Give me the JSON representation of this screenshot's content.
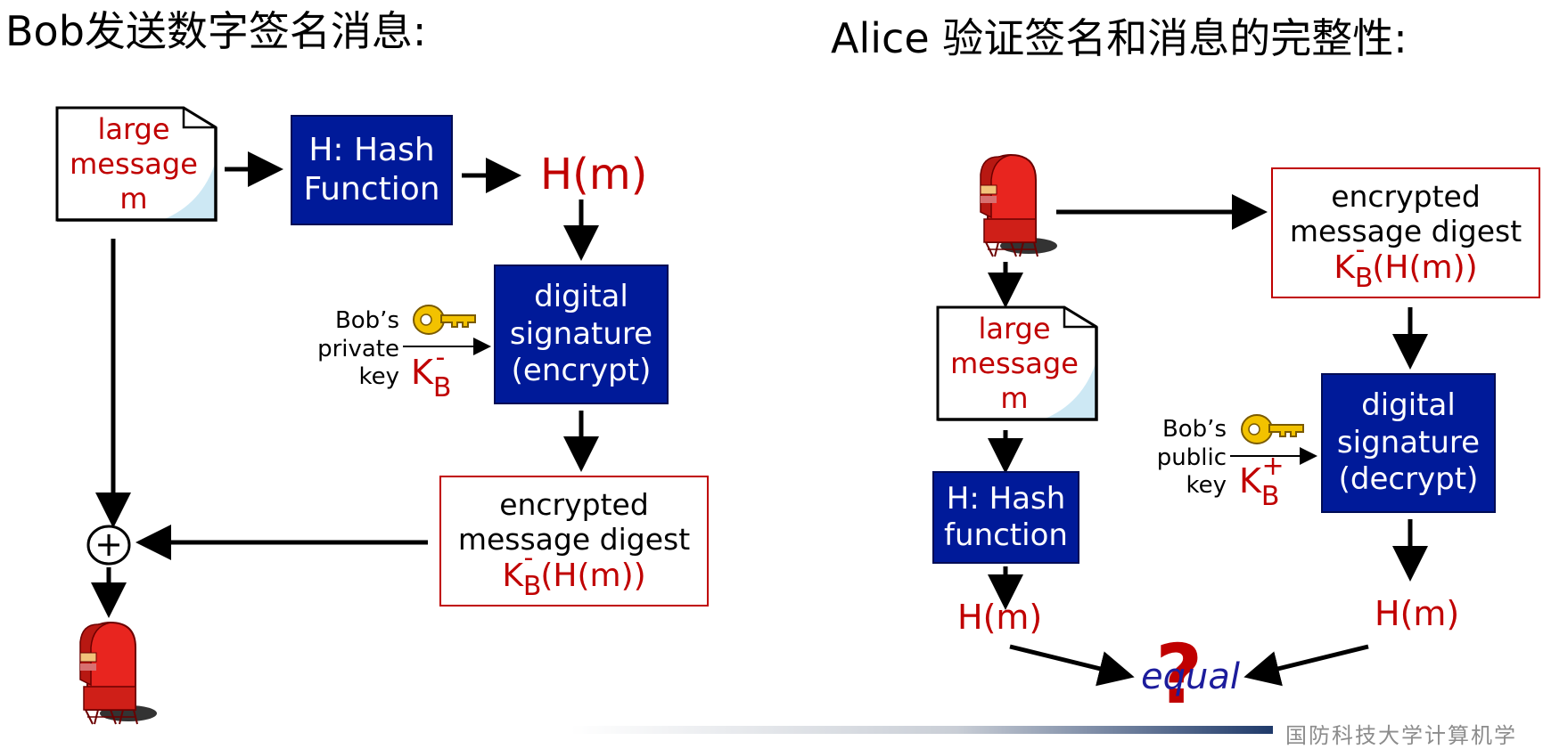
{
  "titles": {
    "left": "Bob发送数字签名消息:",
    "right": "Alice 验证签名和消息的完整性:"
  },
  "left": {
    "message_doc": [
      "large",
      "message",
      "m"
    ],
    "hash_box": [
      "H: Hash",
      "Function"
    ],
    "hm": "H(m)",
    "sign_box": [
      "digital",
      "signature",
      "(encrypt)"
    ],
    "key_label": [
      "Bob’s",
      "private",
      "key"
    ],
    "key_symbol": {
      "base": "K",
      "sub": "B",
      "sup": "-"
    },
    "digest_box": {
      "lines": [
        "encrypted",
        "message digest"
      ],
      "formula": {
        "base": "K",
        "sub": "B",
        "sup": "-",
        "arg": "(H(m))"
      }
    },
    "plus_symbol": "+",
    "mailbox_icon": "mailbox-icon"
  },
  "right": {
    "mailbox_icon": "mailbox-icon",
    "digest_box": {
      "lines": [
        "encrypted",
        "message digest"
      ],
      "formula": {
        "base": "K",
        "sub": "B",
        "sup": "-",
        "arg": "(H(m))"
      }
    },
    "message_doc": [
      "large",
      "message",
      "m"
    ],
    "hash_box": [
      "H: Hash",
      "function"
    ],
    "hm_left": "H(m)",
    "verify_box": [
      "digital",
      "signature",
      "(decrypt)"
    ],
    "key_label": [
      "Bob’s",
      "public",
      "key"
    ],
    "key_symbol": {
      "base": "K",
      "sub": "B",
      "sup": "+"
    },
    "hm_right": "H(m)",
    "equal": "equal",
    "question": "?"
  },
  "footer": "国防科技大学计算机学",
  "colors": {
    "blue_box": "#001a99",
    "red_text": "#c00000",
    "key_gold": "#f2c200",
    "mailbox_red": "#e8251f"
  }
}
